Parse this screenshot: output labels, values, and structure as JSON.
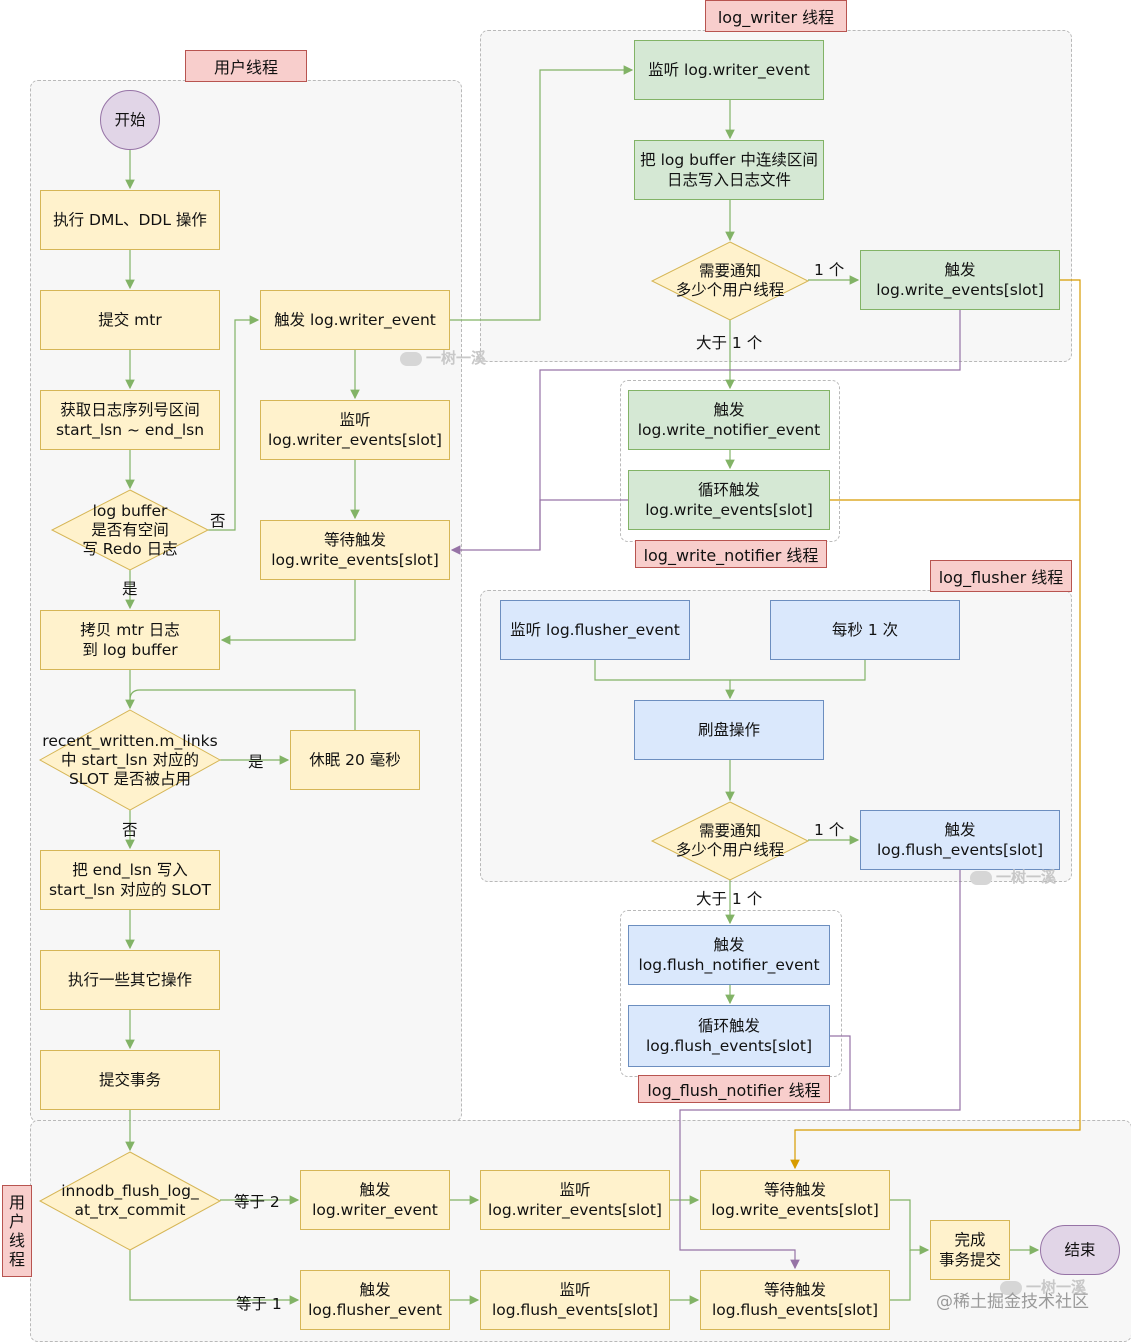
{
  "lanes": {
    "user_thread_title": "用户线程",
    "log_writer_title": "log_writer 线程",
    "log_write_notifier_title": "log_write_notifier 线程",
    "log_flusher_title": "log_flusher 线程",
    "log_flush_notifier_title": "log_flush_notifier 线程",
    "user_thread_bottom_title": [
      "用",
      "户",
      "线",
      "程"
    ]
  },
  "nodes": {
    "start": "开始",
    "exec_dml_ddl": "执行 DML、DDL 操作",
    "commit_mtr": "提交 mtr",
    "get_lsn_range": "获取日志序列号区间\nstart_lsn ~ end_lsn",
    "log_buffer_space": "log buffer\n是否有空间\n写 Redo 日志",
    "copy_mtr_log": "拷贝 mtr 日志\n到 log buffer",
    "recent_written_slot": "recent_written.m_links\n中 start_lsn 对应的\nSLOT 是否被占用",
    "sleep_20ms": "休眠 20 毫秒",
    "write_end_lsn": "把 end_lsn 写入\nstart_lsn 对应的 SLOT",
    "other_ops": "执行一些其它操作",
    "commit_trx": "提交事务",
    "trigger_writer_event": "触发 log.writer_event",
    "listen_write_events_user": "监听\nlog.writer_events[slot]",
    "wait_write_events_user": "等待触发\nlog.write_events[slot]",
    "listen_writer_event": "监听 log.writer_event",
    "write_log_file": "把 log buffer 中连续区间\n日志写入日志文件",
    "notify_count_writer": "需要通知\n多少个用户线程",
    "trigger_write_events_slot": "触发\nlog.write_events[slot]",
    "trigger_write_notifier_event": "触发\nlog.write_notifier_event",
    "loop_trigger_write_events": "循环触发\nlog.write_events[slot]",
    "listen_flusher_event": "监听 log.flusher_event",
    "every_second": "每秒 1 次",
    "flush_op": "刷盘操作",
    "notify_count_flusher": "需要通知\n多少个用户线程",
    "trigger_flush_events_slot": "触发\nlog.flush_events[slot]",
    "trigger_flush_notifier_event": "触发\nlog.flush_notifier_event",
    "loop_trigger_flush_events": "循环触发\nlog.flush_events[slot]",
    "innodb_flush": "innodb_flush_log_\nat_trx_commit",
    "trigger_writer_event_2": "触发\nlog.writer_event",
    "listen_writer_events_2": "监听\nlog.writer_events[slot]",
    "wait_write_events_2": "等待触发\nlog.write_events[slot]",
    "trigger_flusher_event": "触发\nlog.flusher_event",
    "listen_flush_events": "监听\nlog.flush_events[slot]",
    "wait_flush_events": "等待触发\nlog.flush_events[slot]",
    "complete_commit": "完成\n事务提交",
    "end": "结束"
  },
  "edge_labels": {
    "no_space": "否",
    "has_space": "是",
    "slot_occupied": "是",
    "slot_free": "否",
    "one_writer": "1 个",
    "many_writer": "大于 1 个",
    "one_flusher": "1 个",
    "many_flusher": "大于 1 个",
    "equals_2": "等于 2",
    "equals_1": "等于 1"
  },
  "watermark": "一树一溪",
  "credit": "@稀土掘金技术社区",
  "colors": {
    "yellow_fill": "#fff2cc",
    "yellow_stroke": "#d6b656",
    "green_fill": "#d5e8d4",
    "green_stroke": "#82b366",
    "blue_fill": "#dae8fc",
    "blue_stroke": "#6c8ebf",
    "purple_fill": "#e1d5e7",
    "purple_stroke": "#9673a6",
    "title_fill": "#f8cecc",
    "title_stroke": "#b85450",
    "edge_green": "#82b366",
    "edge_purple": "#9673a6",
    "edge_gold": "#d79b00"
  }
}
